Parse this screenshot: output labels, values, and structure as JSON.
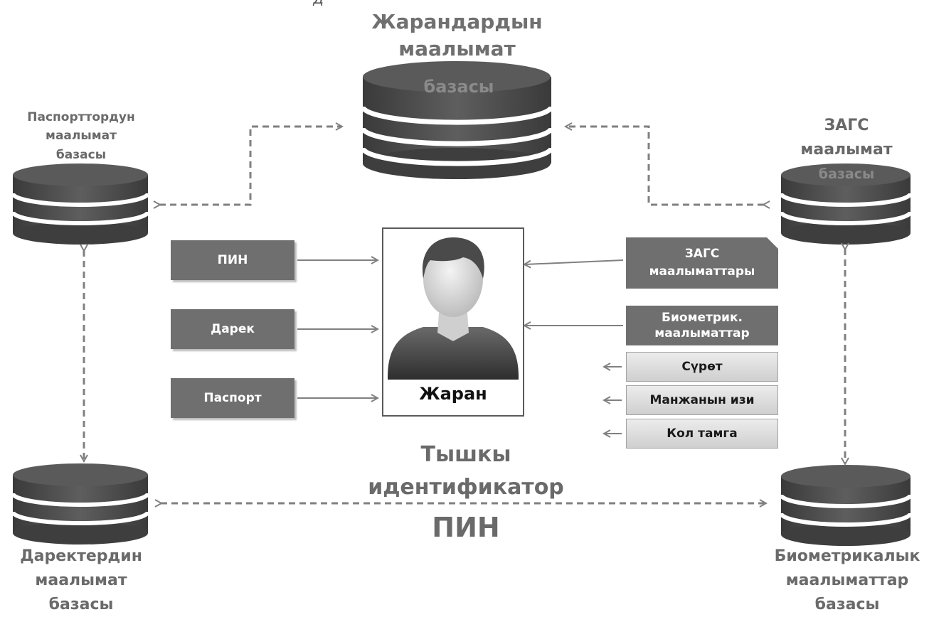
{
  "top_fragment": "д",
  "databases": {
    "citizens": "Жарандардын маалымат базасы",
    "citizens_line1": "Жарандардын",
    "citizens_line2": "маалымат",
    "citizens_line3": "базасы",
    "passports_line1": "Паспорттордун",
    "passports_line2": "маалымат",
    "passports_line3": "базасы",
    "zags_line1": "ЗАГС",
    "zags_line2": "маалымат",
    "zags_line3": "базасы",
    "addresses_line1": "Даректердин",
    "addresses_line2": "маалымат",
    "addresses_line3": "базасы",
    "biometrics_line1": "Биометрикалык",
    "biometrics_line2": "маалыматтар",
    "biometrics_line3": "базасы"
  },
  "inputs_left": [
    "ПИН",
    "Дарек",
    "Паспорт"
  ],
  "inputs_right": {
    "zags_line1": "ЗАГС",
    "zags_line2": "маалыматтары",
    "bio_line1": "Биометрик.",
    "bio_line2": "маалыматтар"
  },
  "biometric_items": [
    "Сүрөт",
    "Манжанын изи",
    "Кол тамга"
  ],
  "person_label": "Жаран",
  "identifier": {
    "line1": "Тышкы",
    "line2": "идентификатор",
    "line3": "ПИН"
  },
  "colors": {
    "db_fill": "#595959",
    "tag_fill": "#6f6f6f",
    "arrow": "#7a7a7a"
  }
}
